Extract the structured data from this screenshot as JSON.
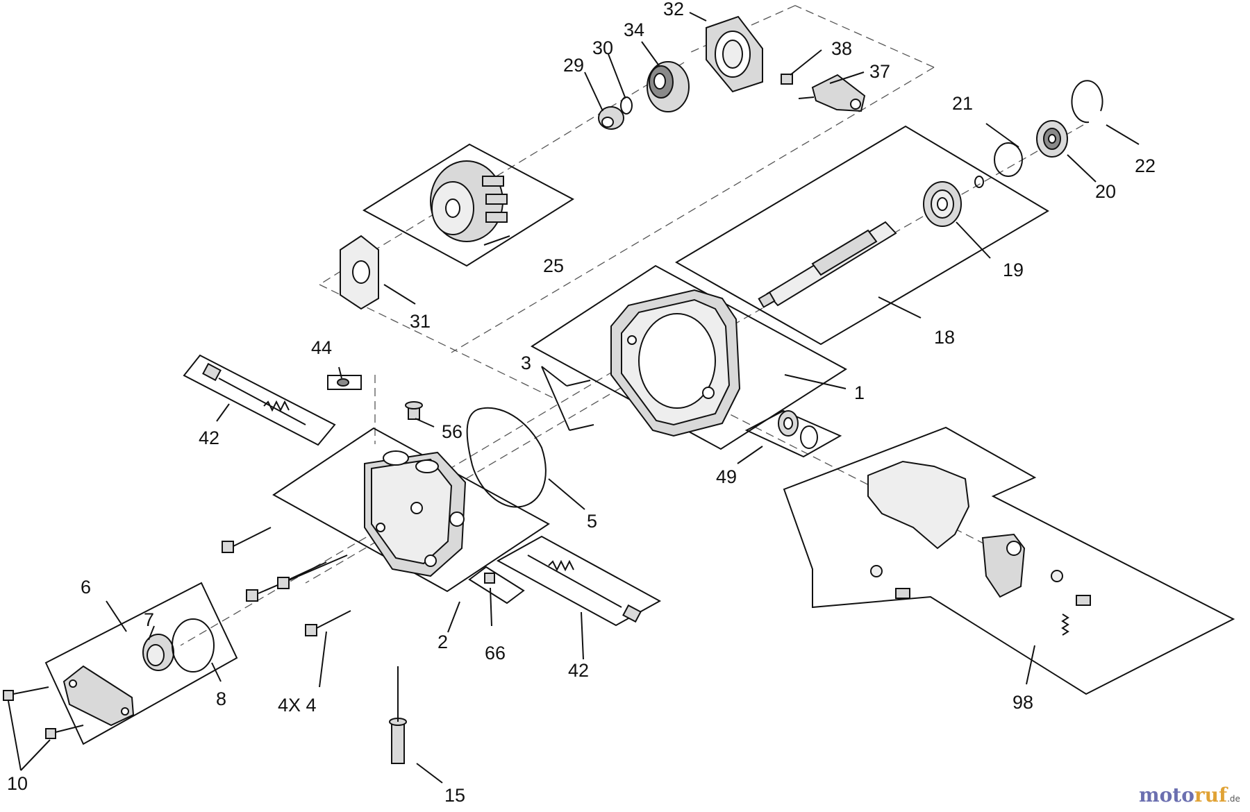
{
  "diagram": {
    "type": "exploded-parts-diagram",
    "callouts": {
      "c1": "1",
      "c2": "2",
      "c3": "3",
      "c4": "4X  4",
      "c5": "5",
      "c6": "6",
      "c7": "7",
      "c8": "8",
      "c10": "10",
      "c15": "15",
      "c18": "18",
      "c19": "19",
      "c20": "20",
      "c21": "21",
      "c22": "22",
      "c25": "25",
      "c29": "29",
      "c30": "30",
      "c31": "31",
      "c32": "32",
      "c34": "34",
      "c37": "37",
      "c38": "38",
      "c42a": "42",
      "c42b": "42",
      "c44": "44",
      "c49": "49",
      "c56": "56",
      "c66": "66",
      "c98": "98"
    }
  },
  "watermark": {
    "part1": "moto",
    "part2": "ruf",
    "suffix": ".de"
  }
}
